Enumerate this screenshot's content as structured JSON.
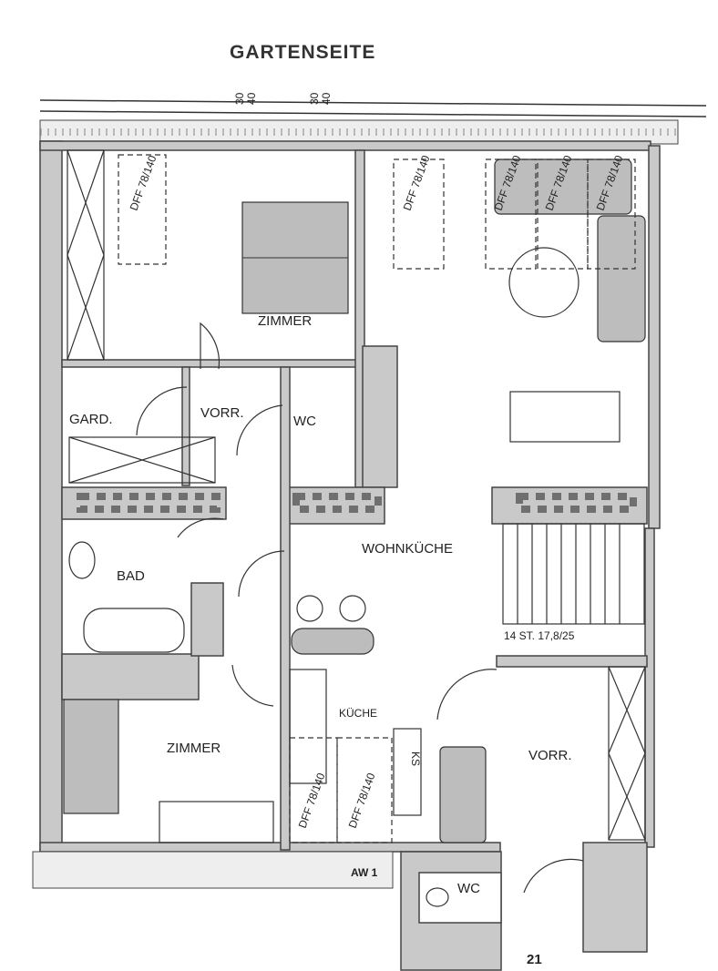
{
  "title": "GARTENSEITE",
  "rooms": {
    "zimmer_top": "ZIMMER",
    "vorr_top": "VORR.",
    "wc_top": "WC",
    "gard": "GARD.",
    "wohnkueche": "WOHNKÜCHE",
    "bad": "BAD",
    "kueche": "KÜCHE",
    "ks": "KS",
    "zimmer_bottom": "ZIMMER",
    "vorr_bottom": "VORR.",
    "wc_bottom": "WC"
  },
  "annotations": {
    "stairs": "14 ST. 17,8/25",
    "aw": "AW 1",
    "unit_number": "21",
    "window_tag_1": "30",
    "window_tag_2": "40",
    "window_tag_3": "30",
    "window_tag_4": "40"
  },
  "window_labels": [
    "DFF 78/140",
    "DFF 78/140",
    "DFF 78/140",
    "DFF 78/140",
    "DFF 78/140",
    "DFF 78/140",
    "DFF 78/140"
  ]
}
